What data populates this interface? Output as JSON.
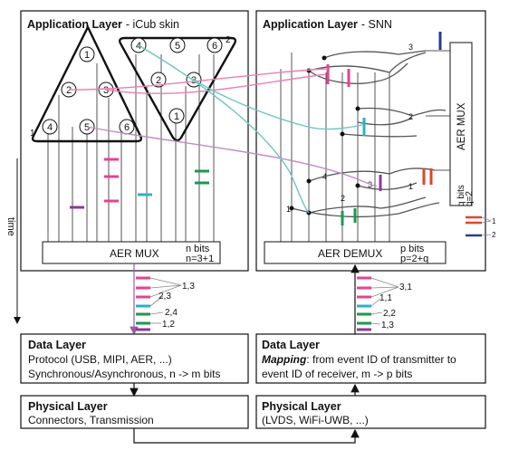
{
  "app_left": {
    "title": "Application Layer",
    "subtitle": "- iCub skin",
    "mux": "AER MUX",
    "bits": "n bits",
    "bits_eq": "n=3+1",
    "tri1_nodes": [
      "1",
      "2",
      "3",
      "4",
      "5",
      "6"
    ],
    "tri1_corner": "1",
    "tri2_nodes": [
      "4",
      "5",
      "6",
      "2",
      "3",
      "1"
    ],
    "tri2_corner": "2"
  },
  "app_right": {
    "title": "Application Layer",
    "subtitle": "- SNN",
    "demux": "AER DEMUX",
    "bits": "p bits",
    "bits_eq": "p=2+q",
    "mux_vertical": "AER MUX",
    "q_bits": "q bits",
    "q_eq": "q=2",
    "neuron_labels": [
      "1",
      "2",
      "3",
      "4",
      "1",
      "2",
      "3"
    ],
    "out_labels": [
      "1",
      "2"
    ]
  },
  "time_label": "time",
  "left_stream_labels": [
    "1,3",
    "2,3",
    "2,4",
    "1,2"
  ],
  "right_stream_labels": [
    "3,1",
    "1,1",
    "2,2",
    "1,3"
  ],
  "data_left": {
    "title": "Data Layer",
    "line1": "Protocol (USB, MIPI, AER, ...)",
    "line2": "Synchronous/Asynchronous, n -> m bits"
  },
  "data_right": {
    "title": "Data Layer",
    "line1_bold": "Mapping",
    "line1_rest": ": from event ID of transmitter to",
    "line2": "event ID of receiver, m -> p bits"
  },
  "phys_left": {
    "title": "Physical Layer",
    "line1": "Connectors, Transmission"
  },
  "phys_right": {
    "title": "Physical Layer",
    "line1": "(LVDS, WiFi-UWB, ...)"
  },
  "colors": {
    "pink": "#e8418f",
    "purple": "#8b3a96",
    "green": "#1a9a4e",
    "teal": "#2ab1c4",
    "red": "#e0452b",
    "navy": "#2a3990",
    "pink_line": "#ec7fb3",
    "purple_line": "#c08ac6",
    "teal_line": "#6cc6c0",
    "arrow_purple": "#9c5aa8",
    "gray": "#555555"
  }
}
